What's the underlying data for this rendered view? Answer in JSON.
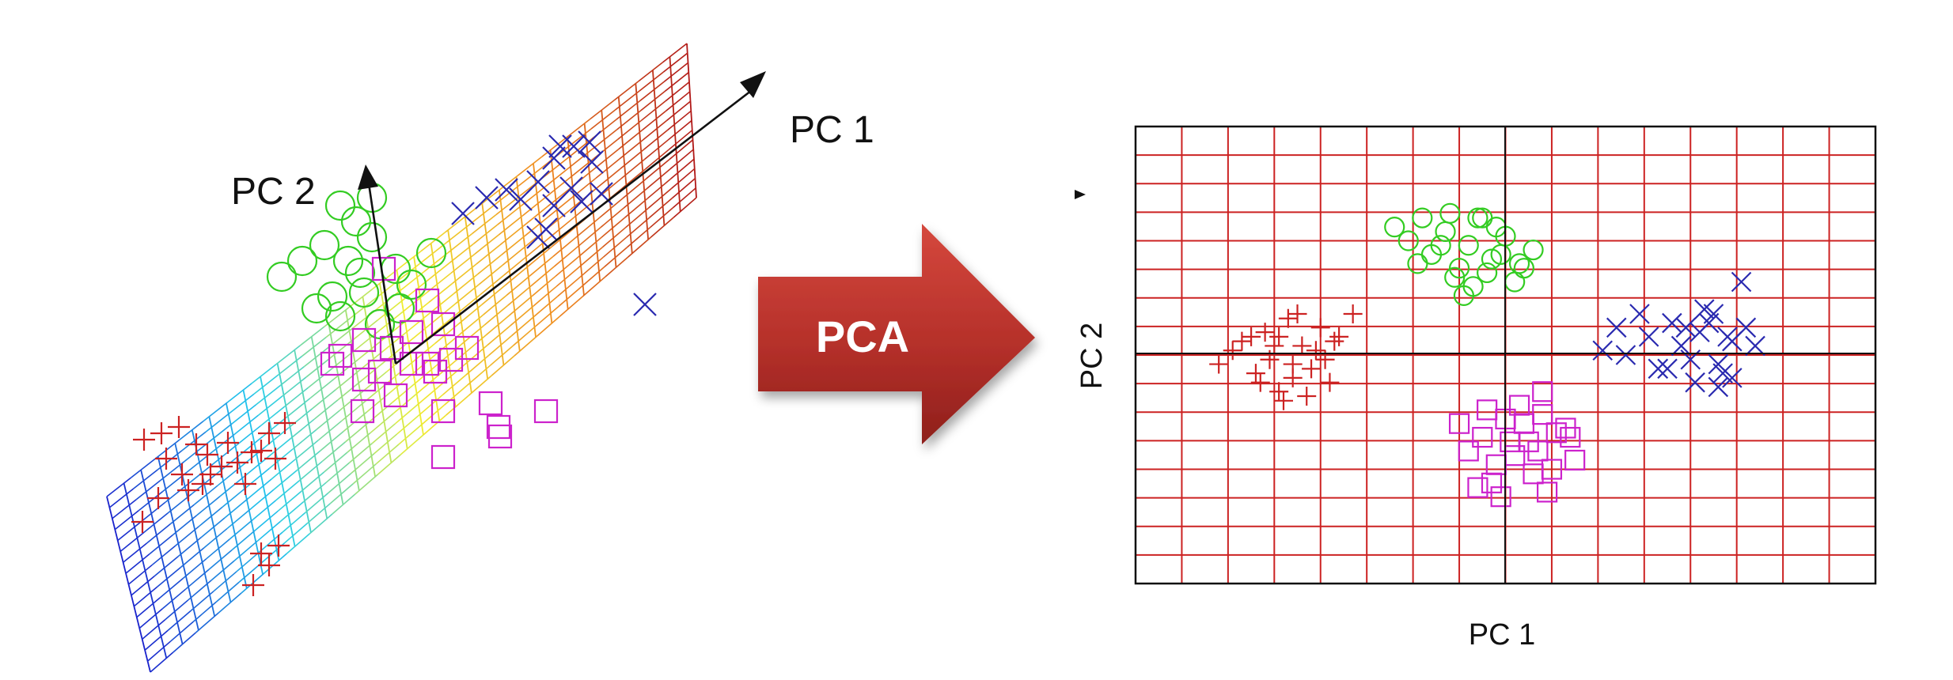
{
  "left_panel": {
    "axis_pc1_label": "PC 1",
    "axis_pc2_label": "PC 2"
  },
  "arrow": {
    "label": "PCA",
    "color": "#b5302a"
  },
  "right_panel": {
    "xlabel": "PC 1",
    "ylabel": "PC 2"
  },
  "colors": {
    "class_plus": "#cc2222",
    "class_circle": "#33cc22",
    "class_square": "#cc22cc",
    "class_x": "#2a2ab0",
    "grid": "#cc2222",
    "axis": "#111111"
  },
  "chart_data": {
    "type": "scatter",
    "xlabel": "PC 1",
    "ylabel": "PC 2",
    "xlim": [
      -8,
      8
    ],
    "ylim": [
      -5,
      5
    ],
    "grid": true,
    "series": [
      {
        "marker": "plus",
        "color": "#cc2222",
        "x": [
          -6.2,
          -5.9,
          -5.7,
          -5.4,
          -5.2,
          -5.0,
          -4.9,
          -4.7,
          -4.6,
          -4.4,
          -4.2,
          -4.0,
          -3.8,
          -3.6,
          -3.3,
          -5.5,
          -5.1,
          -4.8,
          -4.5,
          -4.3,
          -4.1,
          -5.3,
          -4.9,
          -4.6,
          -3.9,
          -3.7
        ],
        "y": [
          -0.2,
          0.1,
          0.3,
          -0.4,
          0.5,
          0.2,
          -0.8,
          0.8,
          -0.5,
          0.2,
          -0.3,
          0.6,
          -0.6,
          0.4,
          0.9,
          0.4,
          -0.1,
          -1.0,
          0.9,
          -0.9,
          0.1,
          -0.6,
          0.4,
          -0.2,
          -0.1,
          0.3
        ]
      },
      {
        "marker": "circle",
        "color": "#33cc22",
        "x": [
          -2.4,
          -2.1,
          -1.8,
          -1.6,
          -1.3,
          -1.0,
          -0.8,
          -0.5,
          -0.3,
          0.0,
          0.3,
          0.6,
          -1.9,
          -1.4,
          -1.1,
          -0.7,
          -0.4,
          -0.1,
          0.2,
          -1.2,
          -0.6,
          -0.2,
          0.4,
          -0.9
        ],
        "y": [
          2.8,
          2.5,
          3.0,
          2.2,
          2.7,
          1.9,
          2.4,
          3.0,
          2.1,
          2.6,
          2.0,
          2.3,
          2.0,
          2.4,
          1.7,
          1.5,
          1.8,
          2.2,
          1.6,
          3.1,
          3.0,
          2.8,
          1.9,
          1.3
        ]
      },
      {
        "marker": "square",
        "color": "#cc22cc",
        "x": [
          -1.0,
          -0.8,
          -0.5,
          -0.3,
          0.0,
          0.2,
          0.5,
          0.8,
          1.0,
          1.3,
          1.5,
          -0.6,
          -0.2,
          0.3,
          0.7,
          1.1,
          -0.4,
          0.1,
          0.6,
          0.9,
          1.4,
          0.4,
          -0.1,
          0.8
        ],
        "y": [
          -1.5,
          -2.1,
          -1.8,
          -2.8,
          -1.4,
          -2.2,
          -1.9,
          -1.3,
          -2.5,
          -1.6,
          -2.3,
          -2.9,
          -2.4,
          -1.1,
          -2.1,
          -1.7,
          -1.2,
          -1.9,
          -2.6,
          -3.0,
          -1.8,
          -1.5,
          -3.1,
          -0.8
        ]
      },
      {
        "marker": "x",
        "color": "#2a2ab0",
        "x": [
          2.1,
          2.4,
          2.9,
          3.1,
          3.3,
          3.6,
          3.8,
          4.0,
          4.2,
          4.5,
          4.7,
          4.9,
          5.2,
          5.4,
          4.1,
          4.3,
          4.6,
          4.8,
          3.5,
          4.4,
          4.9,
          5.1,
          3.9,
          4.6,
          2.6
        ],
        "y": [
          0.1,
          0.6,
          0.9,
          0.4,
          -0.3,
          0.7,
          0.2,
          -0.1,
          0.5,
          0.9,
          -0.4,
          0.3,
          0.6,
          0.2,
          -0.6,
          1.0,
          -0.2,
          0.4,
          -0.3,
          0.7,
          -0.5,
          1.6,
          0.6,
          -0.7,
          0.0
        ]
      }
    ]
  }
}
